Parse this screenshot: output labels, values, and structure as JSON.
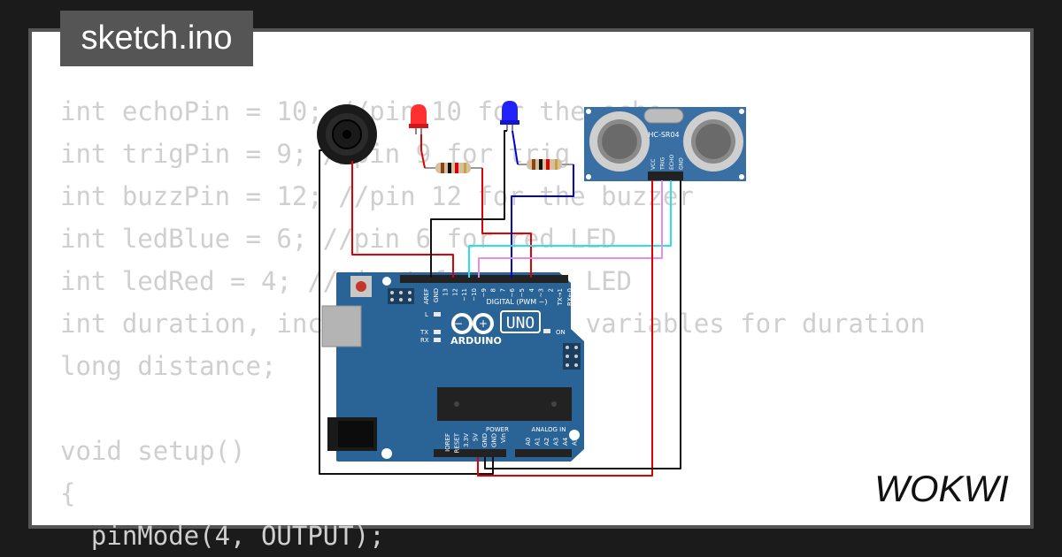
{
  "tab": {
    "filename": "sketch.ino"
  },
  "code_lines": [
    "int echoPin = 10; //pin 10 for the echo",
    "int trigPin = 9; //pin 9 for trig",
    "int buzzPin = 12; //pin 12 for the buzzer",
    "int ledBlue = 6; //pin 6 for red LED",
    "int ledRed = 4; //pin 4 for green LED",
    "int duration, inches; //establish variables for duration",
    "long distance;",
    "",
    "void setup()",
    "{",
    "  pinMode(4, OUTPUT);"
  ],
  "arduino": {
    "model_label": "UNO",
    "brand_label": "ARDUINO",
    "digital_header_label": "DIGITAL (PWM ~)",
    "power_label": "POWER",
    "analog_label": "ANALOG IN",
    "led_l": "L",
    "led_tx": "TX",
    "led_rx": "RX",
    "led_on": "ON",
    "digital_pins": [
      "AREF",
      "GND",
      "13",
      "12",
      "~11",
      "~10",
      "~9",
      "8",
      "7",
      "~6",
      "~5",
      "4",
      "~3",
      "2",
      "TX→1",
      "RX←0"
    ],
    "power_pins": [
      "IOREF",
      "RESET",
      "3.3V",
      "5V",
      "GND",
      "GND",
      "Vin"
    ],
    "analog_pins": [
      "A0",
      "A1",
      "A2",
      "A3",
      "A4",
      "A5"
    ]
  },
  "sensor": {
    "label": "HC-SR04",
    "pins": [
      "VCC",
      "TRIG",
      "ECHO",
      "GND"
    ]
  },
  "brand": {
    "logo_text": "WOKWI"
  },
  "colors": {
    "board_blue": "#2a6496",
    "sensor_blue": "#3a6fa3",
    "wire_red": "#e00000",
    "wire_black": "#111111",
    "wire_blue": "#0000d8",
    "wire_cyan": "#2ce0e8",
    "wire_pink": "#e48ee8",
    "led_red": "#ff3030",
    "led_blue": "#2222ff"
  }
}
